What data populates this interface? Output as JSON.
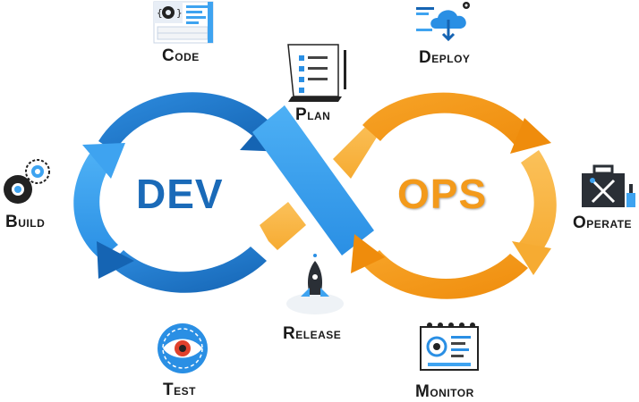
{
  "center": {
    "left_word": "DEV",
    "right_word": "OPS"
  },
  "stages": {
    "code": "Code",
    "deploy": "Deploy",
    "plan": "Plan",
    "build": "Build",
    "operate": "Operate",
    "release": "Release",
    "test": "Test",
    "monitor": "Monitor"
  },
  "colors": {
    "dev_blue": "#1a6ab8",
    "dev_light_blue": "#3ea3f0",
    "ops_orange": "#f39a1b",
    "ops_light_orange": "#f8b84a"
  },
  "icons": {
    "code": "code-editor-icon",
    "deploy": "cloud-deploy-icon",
    "plan": "checklist-icon",
    "build": "gears-icon",
    "operate": "toolbox-icon",
    "release": "rocket-icon",
    "test": "eye-icon",
    "monitor": "monitor-dashboard-icon"
  }
}
